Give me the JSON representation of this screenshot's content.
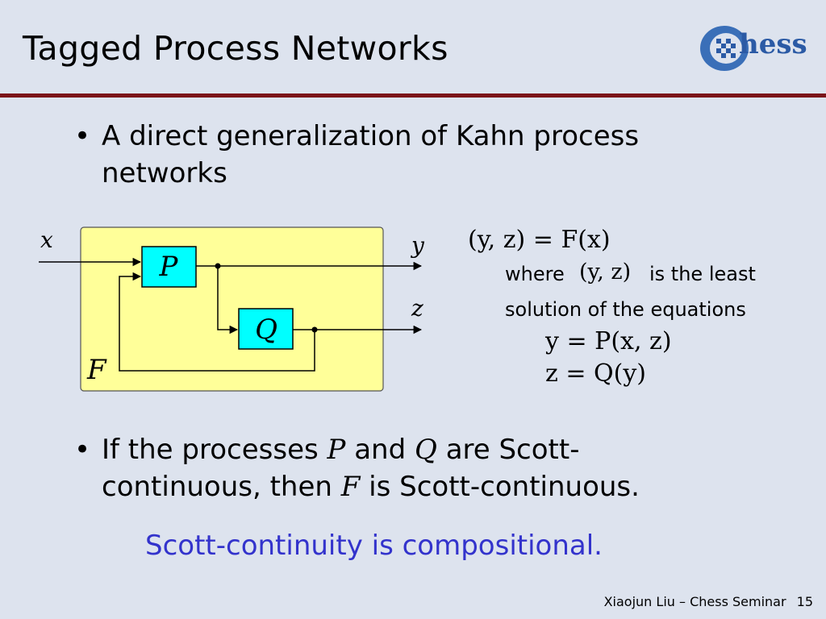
{
  "slide": {
    "title": "Tagged Process Networks",
    "bullet1": "A direct generalization of Kahn process networks",
    "bullet1_line1": "A direct generalization of Kahn process",
    "bullet1_line2": "networks",
    "bullet2_part1": "If the processes",
    "bullet2_P": "P",
    "bullet2_part2": "and",
    "bullet2_Q": "Q",
    "bullet2_part3": "are Scott-",
    "bullet2_line2_part1": "continuous, then",
    "bullet2_F": "F",
    "bullet2_line2_part2": "is Scott-continuous.",
    "highlight": "Scott-continuity is compositional.",
    "highlight_color": "#3333cc"
  },
  "diagram": {
    "input_label": "x",
    "output_y_label": "y",
    "output_z_label": "z",
    "process_p": "P",
    "process_q": "Q",
    "composite_label": "F",
    "box_fill": "#ffff99",
    "process_fill": "#00ffff"
  },
  "equations": {
    "main": "(y, z) = F(x)",
    "where_prefix": "where",
    "where_tuple": "(y, z)",
    "where_suffix": "is the least",
    "solution_text": "solution of the equations",
    "eq1": "y = P(x, z)",
    "eq2": "z = Q(y)"
  },
  "logo": {
    "text": "hess",
    "icon": "chess-logo"
  },
  "footer": {
    "text": "Xiaojun Liu – Chess Seminar",
    "page_number": "15"
  },
  "colors": {
    "background": "#dde3ee",
    "rule": "#7b1418"
  }
}
